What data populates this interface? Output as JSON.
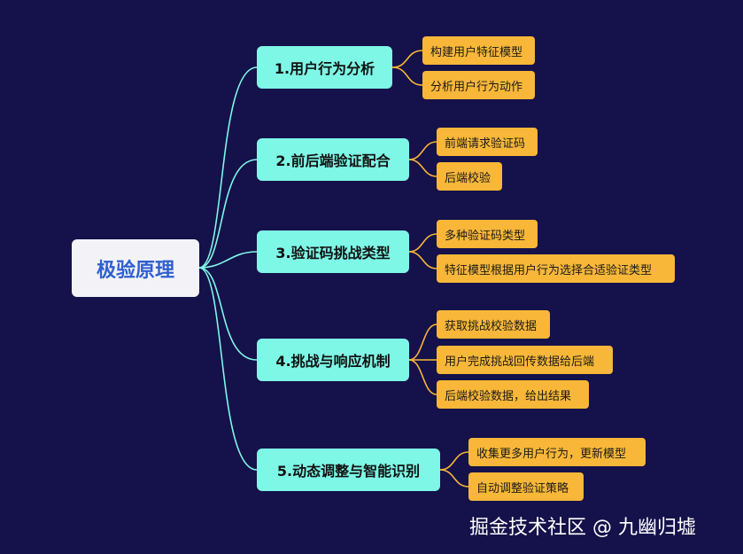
{
  "root": {
    "label": "极验原理"
  },
  "branches": [
    {
      "label": "1.用户行为分析",
      "leaves": [
        "构建用户特征模型",
        "分析用户行为动作"
      ]
    },
    {
      "label": "2.前后端验证配合",
      "leaves": [
        "前端请求验证码",
        "后端校验"
      ]
    },
    {
      "label": "3.验证码挑战类型",
      "leaves": [
        "多种验证码类型",
        "特征模型根据用户行为选择合适验证类型"
      ]
    },
    {
      "label": "4.挑战与响应机制",
      "leaves": [
        "获取挑战校验数据",
        "用户完成挑战回传数据给后端",
        "后端校验数据，给出结果"
      ]
    },
    {
      "label": "5.动态调整与智能识别",
      "leaves": [
        "收集更多用户行为，更新模型",
        "自动调整验证策略"
      ]
    }
  ],
  "colors": {
    "background": "#15114a",
    "root_fill": "#f3f3f7",
    "root_text": "#2f5fd0",
    "branch_fill": "#7ef7e6",
    "leaf_fill": "#f8b738",
    "root_connector": "#7ef7e6",
    "leaf_connector": "#f8b738"
  },
  "watermark": "掘金技术社区 @ 九幽归墟"
}
